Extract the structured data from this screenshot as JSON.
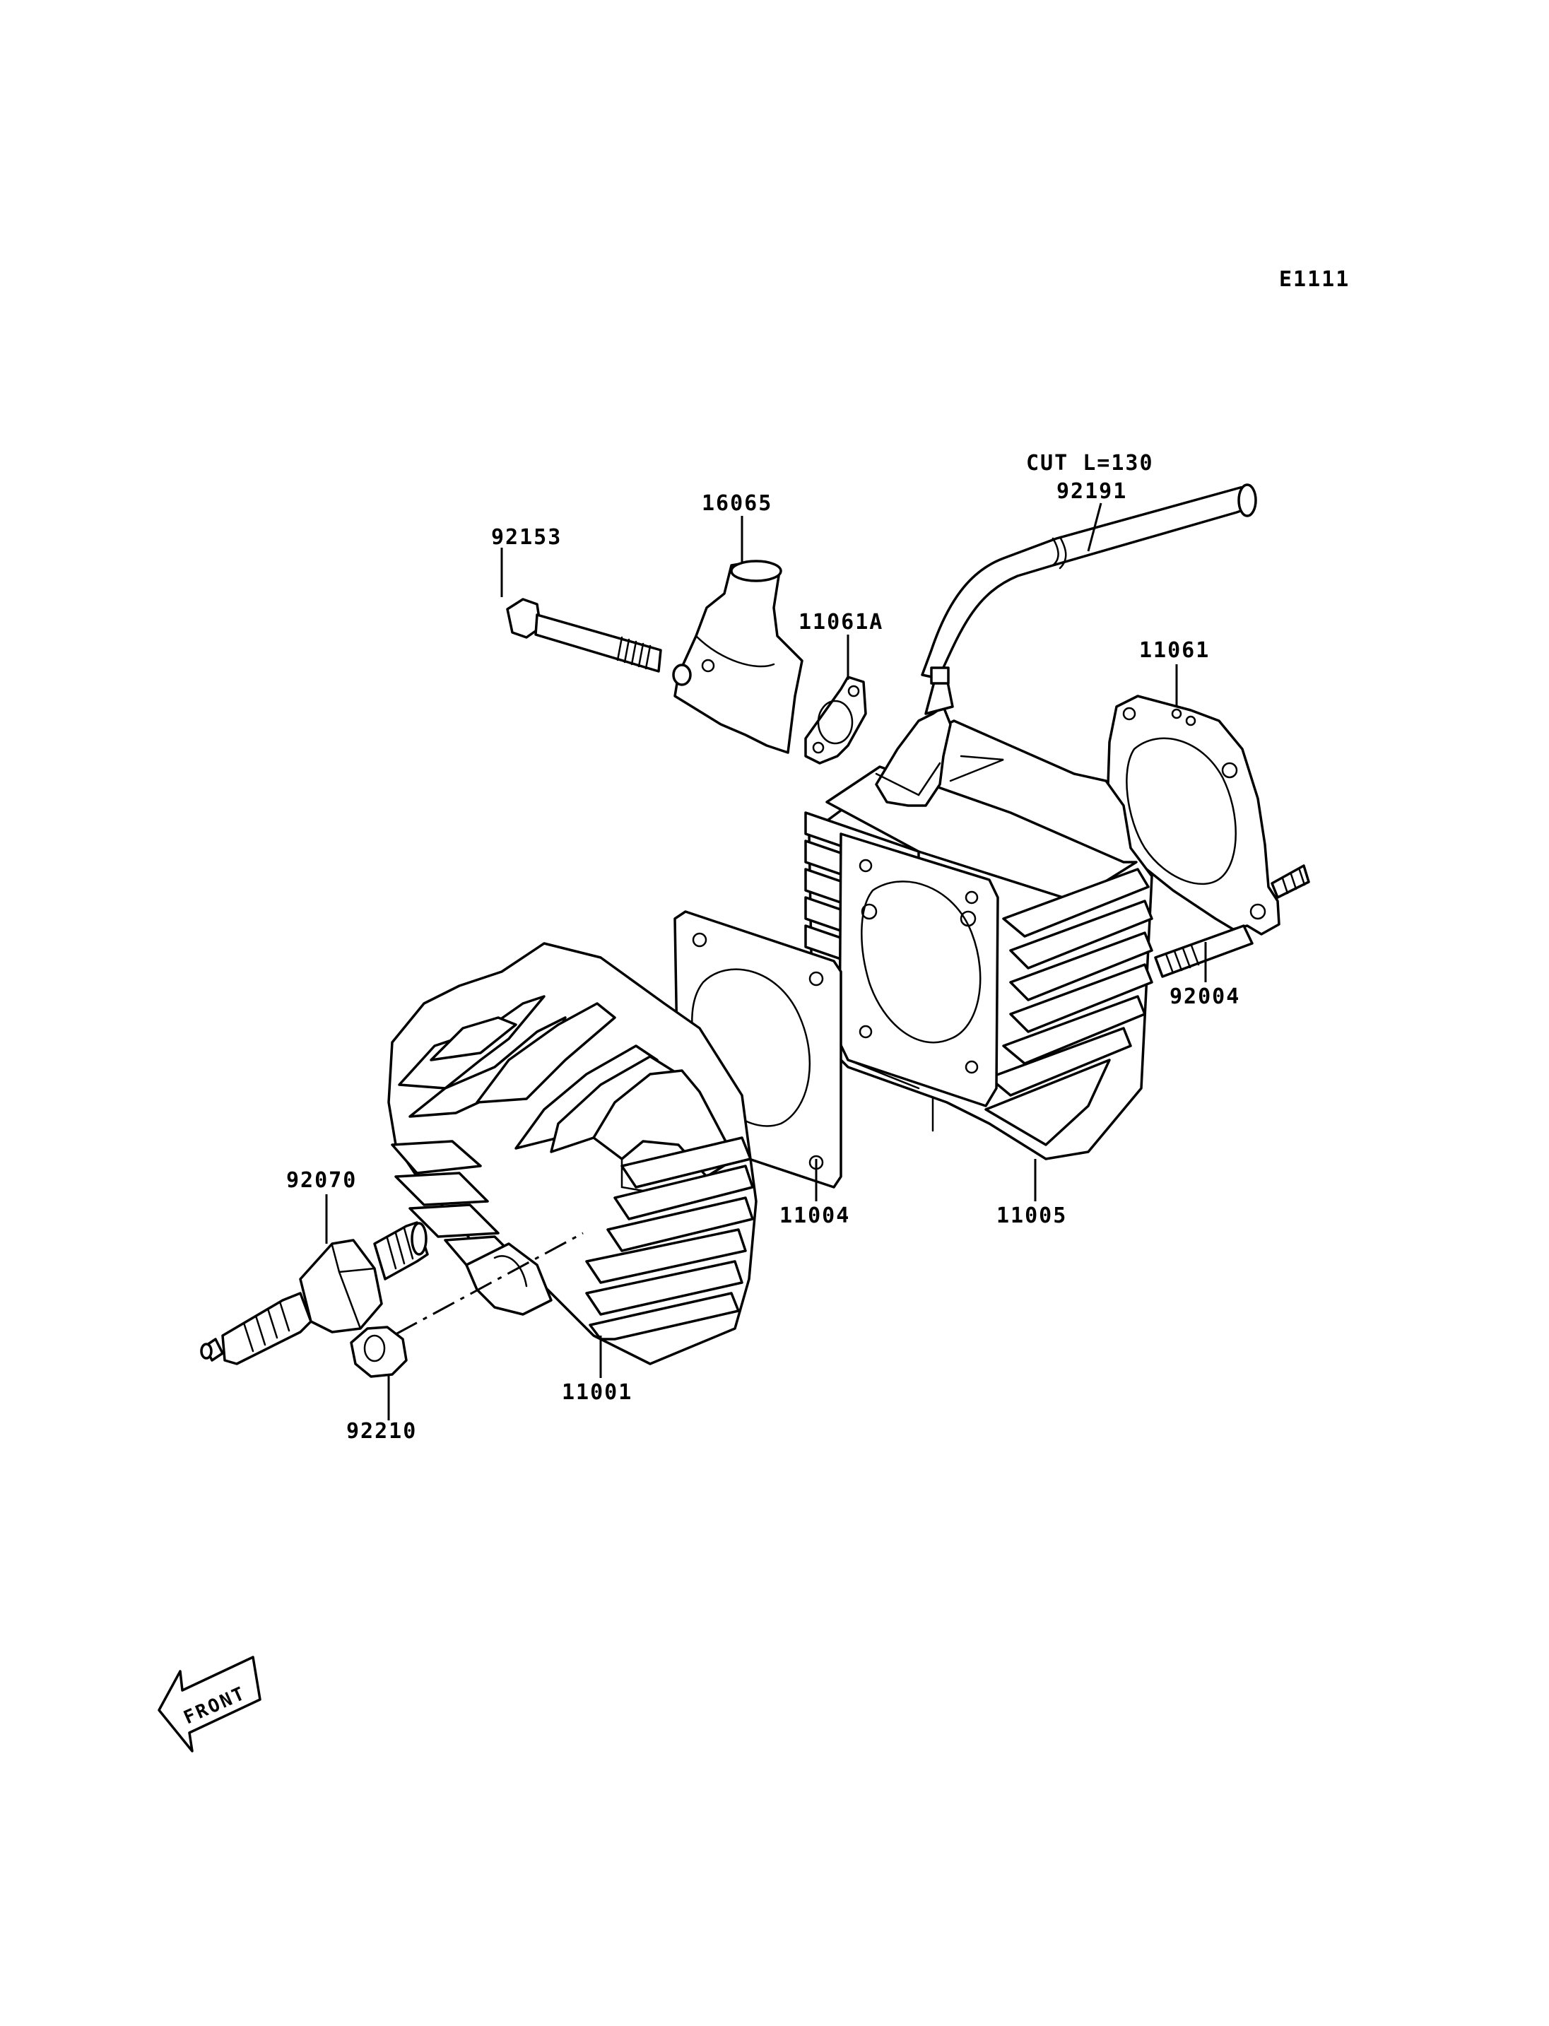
{
  "diagram_code": "E1111",
  "callouts": {
    "p92153": "92153",
    "p16065": "16065",
    "p11061A": "11061A",
    "p92191_note": "CUT L=130",
    "p92191": "92191",
    "p11061": "11061",
    "p92004": "92004",
    "p11004": "11004",
    "p11005": "11005",
    "p92070": "92070",
    "p11001": "11001",
    "p92210": "92210"
  },
  "front_badge": "FRONT"
}
